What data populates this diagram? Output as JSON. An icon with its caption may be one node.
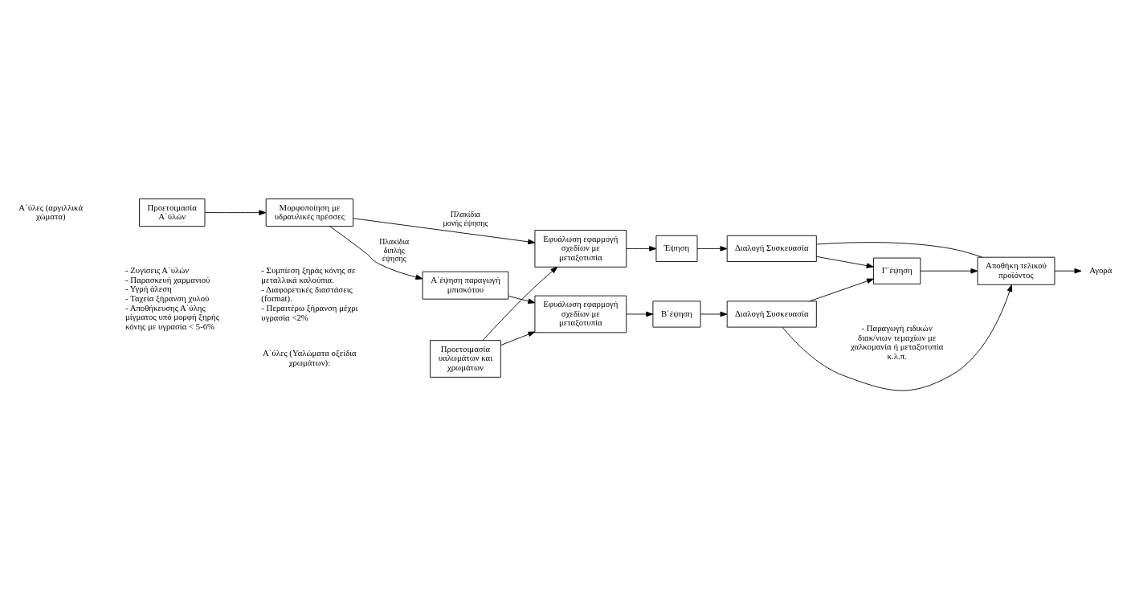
{
  "diagram": {
    "nodes": [
      {
        "text": [
          "Προετοιμασία Α΄ύλών"
        ],
        "beside": [
          "- Ζυγίσεις Α΄υλών",
          "- Παρασκευή χαρμανιού",
          "- Υγρή άλεση",
          "- Ταχεία ξήρανση χυλού",
          "- Αποθήκευσης Α΄ύλης μίγματος υπό μορφή ξηρής κόνης με υγρασία < 5-6%"
        ]
      },
      {
        "text": [
          "Μορφοποίηση με υδραυλικές πρέσσες"
        ],
        "beside": [
          "- Συμπίεση ξηράς κόνης σε μεταλλικά καλούπια.",
          "- Διαφορετικές διαστάσεις (format).",
          "- Περαιτέρω ξήρανση μέχρι υγρασία <2%"
        ]
      },
      {
        "text": [
          "Α΄έψηση παραγωγή μπισκότου"
        ]
      },
      {
        "text": [
          "Εφυάλωση εφαρμογή σχεδίων με μεταξοτυπία"
        ]
      },
      {
        "text": [
          "Εφυάλωση εφαρμογή σχεδίων με μεταξοτυπία"
        ]
      },
      {
        "text": [
          "Β΄έψηση"
        ]
      },
      {
        "text": [
          "Διαλογή Συσκευασία"
        ]
      },
      {
        "text": [
          "Έψηση"
        ]
      },
      {
        "text": [
          "Διαλογή Συσκευασία"
        ]
      },
      {
        "text": [
          "Αποθήκη τελικού προϊόντος"
        ]
      },
      {
        "text": [
          "Γ΄έψηση"
        ]
      },
      {
        "text": [
          "Αγορά"
        ]
      },
      {
        "text": [
          "Προετοιμασία υαλωμάτων και χρωμάτων"
        ]
      }
    ],
    "edges": [
      {
        "from": 0,
        "to": 1,
        "arrow": "to"
      },
      {
        "from": 1,
        "to": 2,
        "arrow": "to",
        "label": "Πλακίδια διπλής έψησης"
      },
      {
        "from": 1,
        "to": 3,
        "arrow": "to",
        "label": "Πλακίδια μονής έψησης"
      },
      {
        "from": 2,
        "to": 4,
        "arrow": "to"
      },
      {
        "from": 4,
        "to": 5,
        "arrow": "to"
      },
      {
        "from": 5,
        "to": 6,
        "arrow": "to"
      },
      {
        "from": 6,
        "to": 9,
        "arrow": "to"
      },
      {
        "from": 3,
        "to": 7,
        "arrow": "to"
      },
      {
        "from": 7,
        "to": 8,
        "arrow": "to"
      },
      {
        "from": 8,
        "to": 9,
        "arrow": "none"
      },
      {
        "from": 8,
        "to": 10,
        "arrow": "to"
      },
      {
        "from": 6,
        "to": 10,
        "arrow": "to"
      },
      {
        "from": 10,
        "to": 9,
        "arrow": "to"
      },
      {
        "from": 9,
        "to": 11,
        "arrow": "to"
      },
      {
        "from": 12,
        "to": 3,
        "arrow": "to"
      },
      {
        "from": 12,
        "to": 4,
        "arrow": "to"
      }
    ],
    "labels": [
      "Α΄ύλες (αργιλλικά χώματα)",
      "Α΄ύλες (Υαλώματα οξείδια χρωμάτων):",
      "- Παραγωγή ειδικών διακ/νιων τεμαχίων με χαλκομανία ή μεταξοτυπία κ.λ.π."
    ]
  }
}
